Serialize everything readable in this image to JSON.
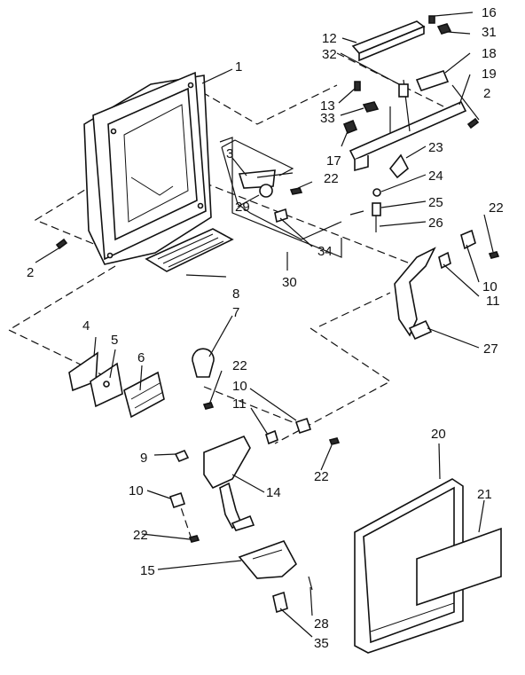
{
  "callouts": [
    {
      "id": "c1",
      "text": "1"
    },
    {
      "id": "c2a",
      "text": "2"
    },
    {
      "id": "c2b",
      "text": "2"
    },
    {
      "id": "c3",
      "text": "3"
    },
    {
      "id": "c4",
      "text": "4"
    },
    {
      "id": "c5",
      "text": "5"
    },
    {
      "id": "c6",
      "text": "6"
    },
    {
      "id": "c7",
      "text": "7"
    },
    {
      "id": "c8",
      "text": "8"
    },
    {
      "id": "c9",
      "text": "9"
    },
    {
      "id": "c10a",
      "text": "10"
    },
    {
      "id": "c10b",
      "text": "10"
    },
    {
      "id": "c10c",
      "text": "10"
    },
    {
      "id": "c11a",
      "text": "11"
    },
    {
      "id": "c11b",
      "text": "11"
    },
    {
      "id": "c12",
      "text": "12"
    },
    {
      "id": "c13",
      "text": "13"
    },
    {
      "id": "c14",
      "text": "14"
    },
    {
      "id": "c15",
      "text": "15"
    },
    {
      "id": "c16",
      "text": "16"
    },
    {
      "id": "c17",
      "text": "17"
    },
    {
      "id": "c18",
      "text": "18"
    },
    {
      "id": "c19",
      "text": "19"
    },
    {
      "id": "c20",
      "text": "20"
    },
    {
      "id": "c21",
      "text": "21"
    },
    {
      "id": "c22a",
      "text": "22"
    },
    {
      "id": "c22b",
      "text": "22"
    },
    {
      "id": "c22c",
      "text": "22"
    },
    {
      "id": "c22d",
      "text": "22"
    },
    {
      "id": "c22e",
      "text": "22"
    },
    {
      "id": "c23",
      "text": "23"
    },
    {
      "id": "c24",
      "text": "24"
    },
    {
      "id": "c25",
      "text": "25"
    },
    {
      "id": "c26",
      "text": "26"
    },
    {
      "id": "c27",
      "text": "27"
    },
    {
      "id": "c28",
      "text": "28"
    },
    {
      "id": "c29",
      "text": "29"
    },
    {
      "id": "c30",
      "text": "30"
    },
    {
      "id": "c31",
      "text": "31"
    },
    {
      "id": "c32",
      "text": "32"
    },
    {
      "id": "c33",
      "text": "33"
    },
    {
      "id": "c34",
      "text": "34"
    },
    {
      "id": "c35",
      "text": "35"
    }
  ]
}
